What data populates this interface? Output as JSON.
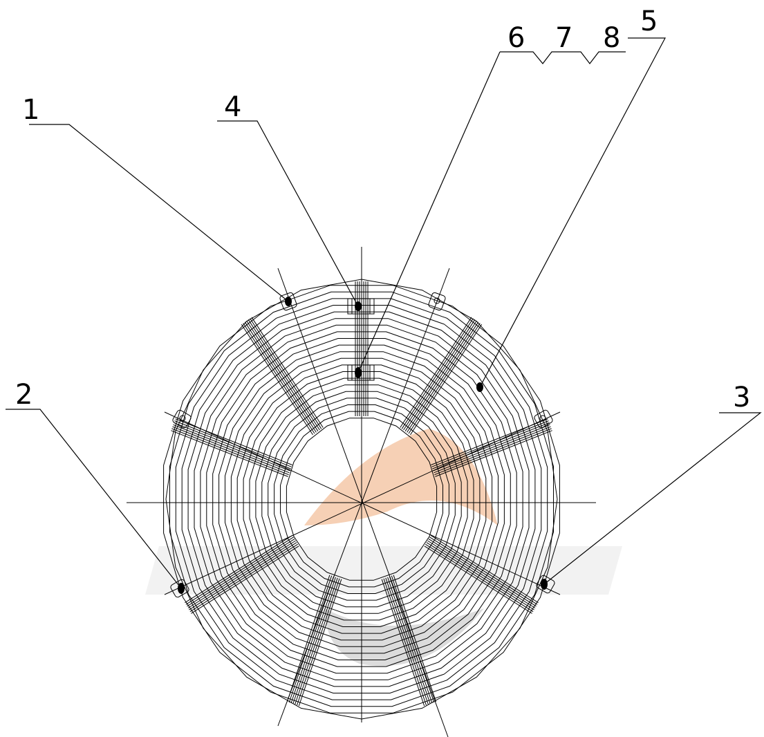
{
  "callouts": [
    {
      "label": "1"
    },
    {
      "label": "2"
    },
    {
      "label": "3"
    },
    {
      "label": "4"
    },
    {
      "label": "5"
    },
    {
      "label": "6"
    },
    {
      "label": "7"
    },
    {
      "label": "8"
    }
  ],
  "colors": {
    "line": "#000000",
    "watermark_orange": "#f5c8a8",
    "watermark_gray": "#d6d6d6",
    "background": "#ffffff"
  },
  "icons": {
    "fan_guard": "fan-guard-drawing",
    "watermark": "watermark-logo"
  }
}
